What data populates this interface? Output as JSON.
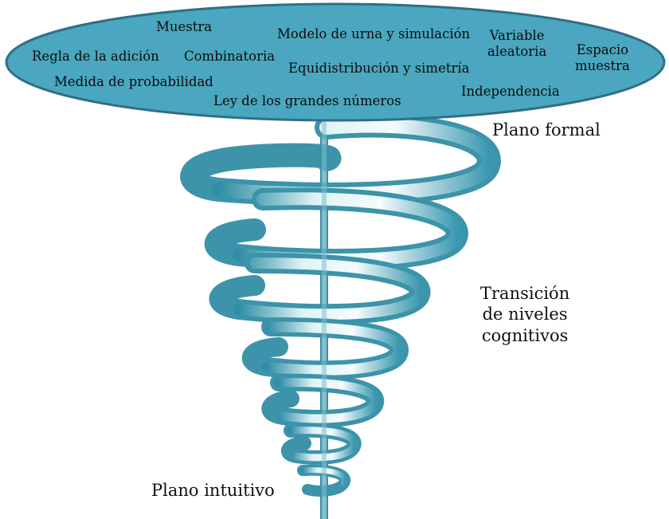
{
  "concepts": {
    "muestra": "Muestra",
    "modelo_urna": "Modelo de urna y simulación",
    "variable_aleatoria": [
      "Variable",
      "aleatoria"
    ],
    "espacio_muestra": [
      "Espacio",
      "muestra"
    ],
    "regla_adicion": "Regla de la adición",
    "combinatoria": "Combinatoria",
    "equidistribucion": "Equidistribución y simetría",
    "medida_probabilidad": "Medida de probabilidad",
    "ley_grandes_numeros": "Ley de los grandes números",
    "independencia": "Independencia"
  },
  "labels": {
    "plano_formal": "Plano formal",
    "transicion": [
      "Transición",
      "de niveles",
      "cognitivos"
    ],
    "plano_intuitivo": "Plano intuitivo"
  },
  "colors": {
    "ellipse_fill": "#4aa7bf",
    "ellipse_stroke": "#2f6f86",
    "spiral_dark": "#3f97ad",
    "spiral_light": "#e9f6f8",
    "axis": "#5aa3b5"
  }
}
